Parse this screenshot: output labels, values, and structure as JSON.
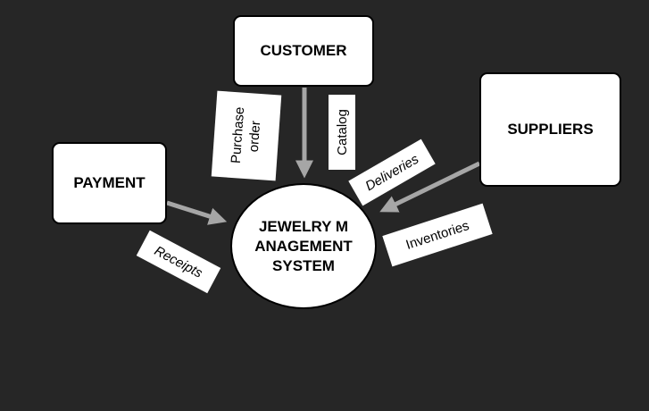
{
  "diagram": {
    "entities": {
      "customer": "CUSTOMER",
      "suppliers": "SUPPLIERS",
      "payment": "PAYMENT"
    },
    "system": "JEWELRY MANAGEMENT SYSTEM",
    "flows": {
      "purchase_order": "Purchase order",
      "catalog": "Catalog",
      "deliveries": "Deliveries",
      "inventories": "Inventories",
      "receipts": "Receipts"
    }
  },
  "colors": {
    "background": "#262626",
    "box_fill": "#ffffff",
    "arrow": "#a6a6a6"
  }
}
